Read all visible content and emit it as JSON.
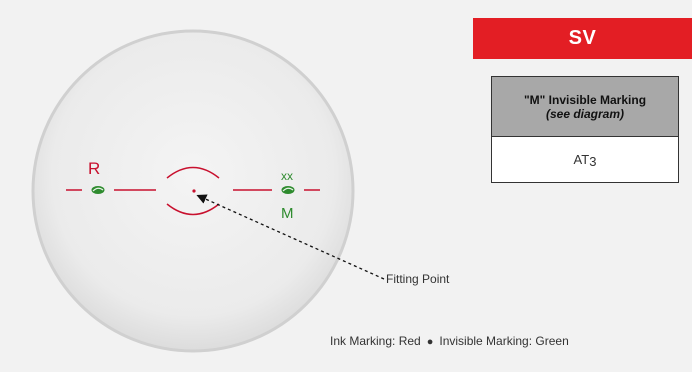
{
  "design": {
    "code": "SV"
  },
  "marking_table": {
    "header_title": "\"M\" Invisible Marking",
    "header_subtitle": "(see  diagram)",
    "value_main": "AT",
    "value_sub": "3"
  },
  "lens": {
    "ink_mark_label": "R",
    "invisible_mark_label": "M",
    "invisible_mark_code": "xx",
    "fitting_point_label": "Fitting Point"
  },
  "legend": {
    "ink_text": "Ink Marking: Red",
    "separator": "●",
    "invisible_text": "Invisible Marking: Green"
  },
  "colors": {
    "ink_red": "#c8102e",
    "invisible_green": "#2e8b2e",
    "brand_red": "#e31e24",
    "table_header_gray": "#a8a8a8"
  }
}
